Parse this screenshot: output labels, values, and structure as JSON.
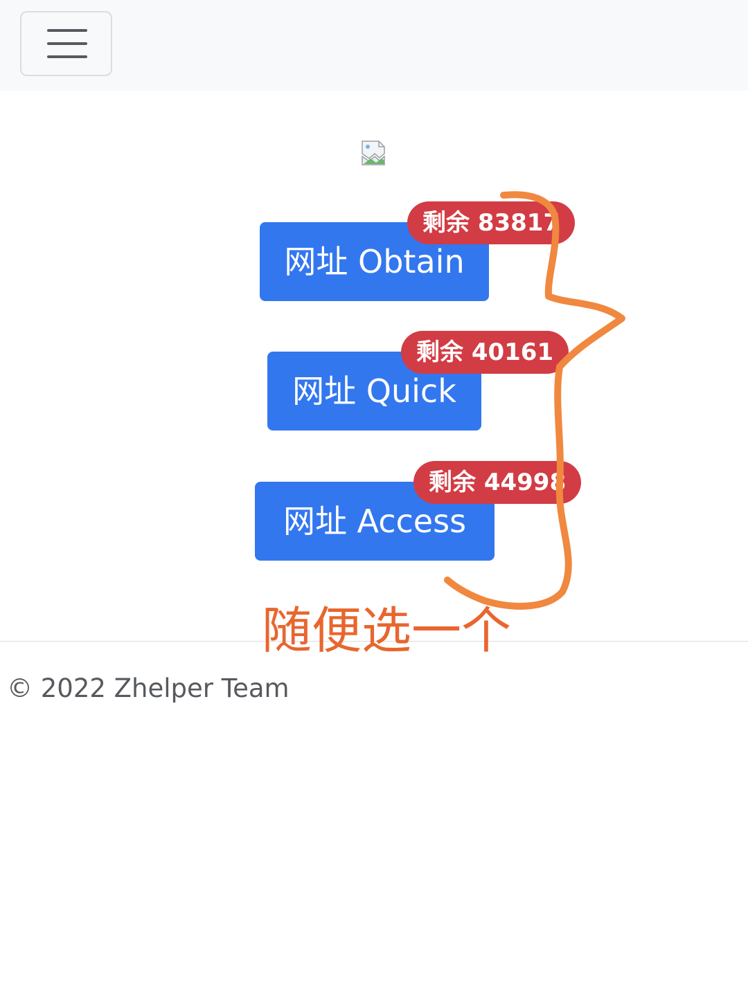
{
  "navbar": {
    "menu_icon": "hamburger-menu-icon"
  },
  "logo": {
    "icon": "broken-image-icon"
  },
  "links": [
    {
      "label": "网址 Obtain",
      "badge": "剩余 83817"
    },
    {
      "label": "网址 Quick",
      "badge": "剩余 40161"
    },
    {
      "label": "网址 Access",
      "badge": "剩余 44998"
    }
  ],
  "annotation": {
    "text": "随便选一个"
  },
  "footer": {
    "text": "© 2022 Zhelper Team"
  },
  "colors": {
    "button": "#3377ee",
    "badge": "#d23c44",
    "annotation": "#e8662e"
  }
}
